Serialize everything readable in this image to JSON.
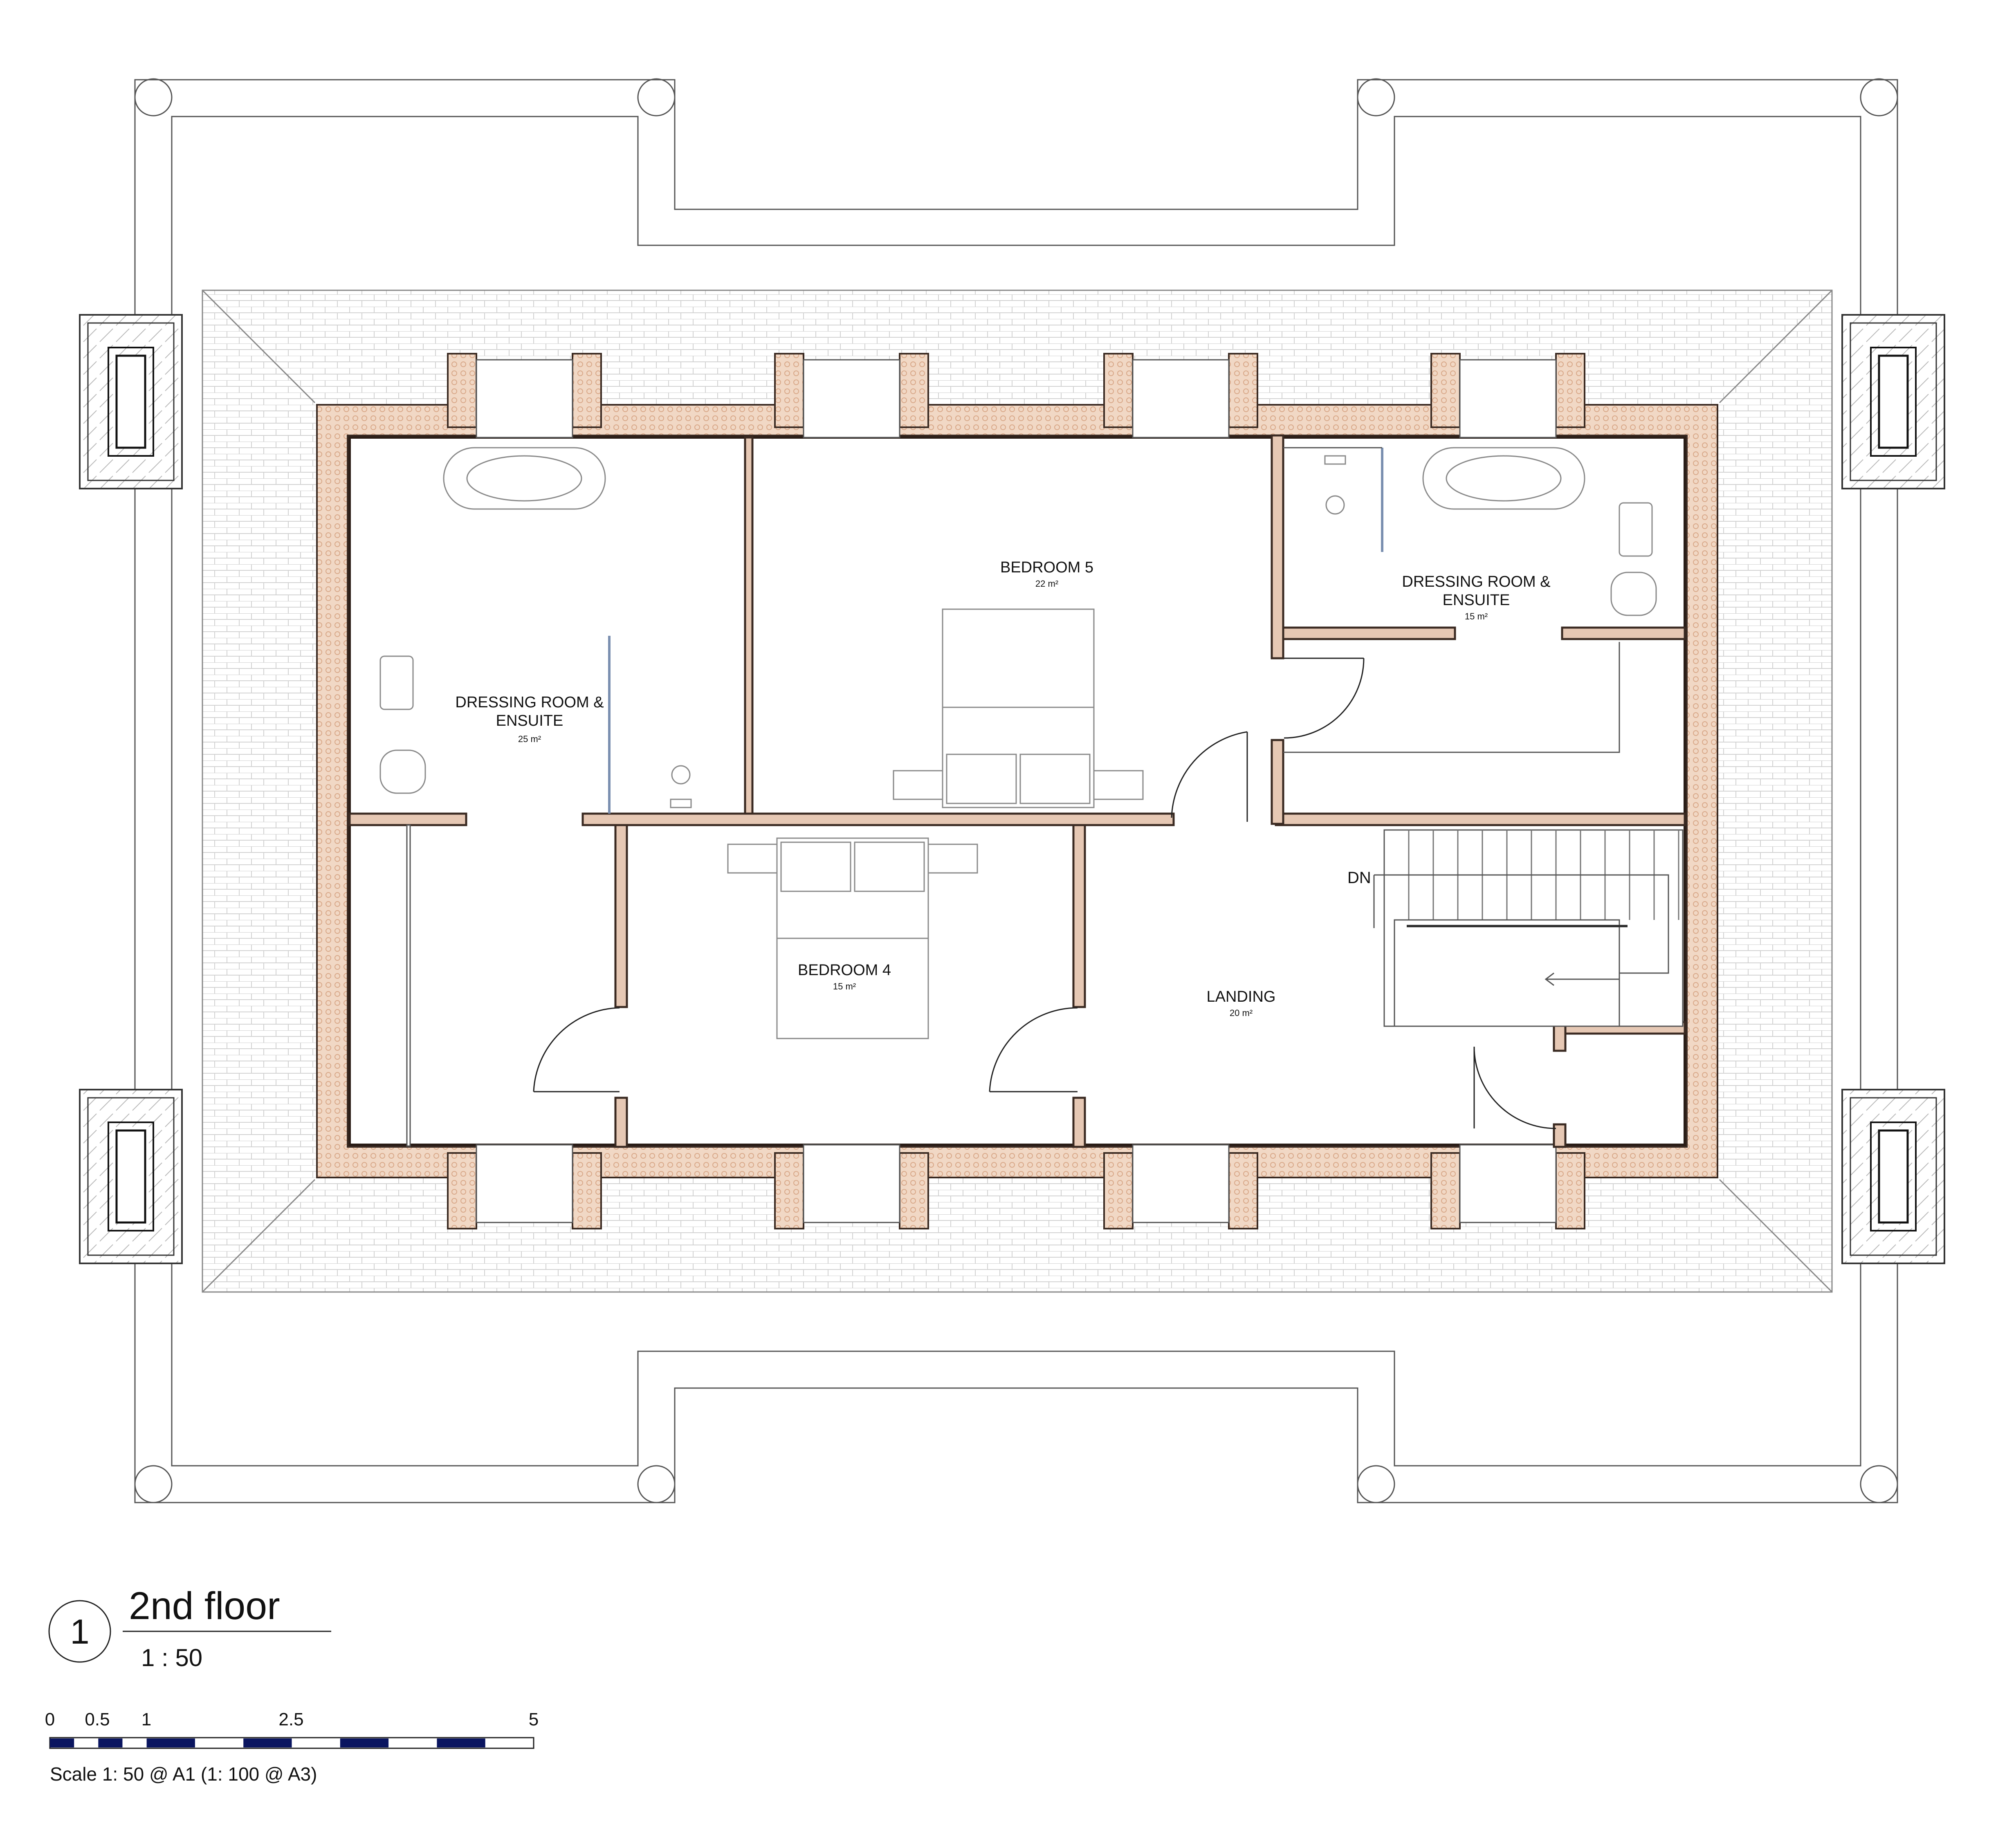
{
  "rooms": {
    "dressing_left": {
      "name_line1": "DRESSING ROOM &",
      "name_line2": "ENSUITE",
      "area": "25 m²"
    },
    "bedroom5": {
      "name": "BEDROOM 5",
      "area": "22 m²"
    },
    "dressing_right": {
      "name_line1": "DRESSING ROOM &",
      "name_line2": "ENSUITE",
      "area": "15 m²"
    },
    "bedroom4": {
      "name": "BEDROOM 4",
      "area": "15 m²"
    },
    "landing": {
      "name": "LANDING",
      "area": "20 m²"
    }
  },
  "stair_label": "DN",
  "view_title": {
    "number": "1",
    "name": "2nd floor",
    "scale": "1 : 50"
  },
  "scale_bar": {
    "ticks": [
      "0",
      "0.5",
      "1",
      "2.5",
      "5"
    ],
    "note": "Scale 1: 50 @ A1 (1: 100 @ A3)",
    "color": "#0a1560"
  },
  "colors": {
    "wall_fill": "#e6c8b4",
    "wall_line": "#3a2a22",
    "roof_line": "#c8c8c8"
  }
}
